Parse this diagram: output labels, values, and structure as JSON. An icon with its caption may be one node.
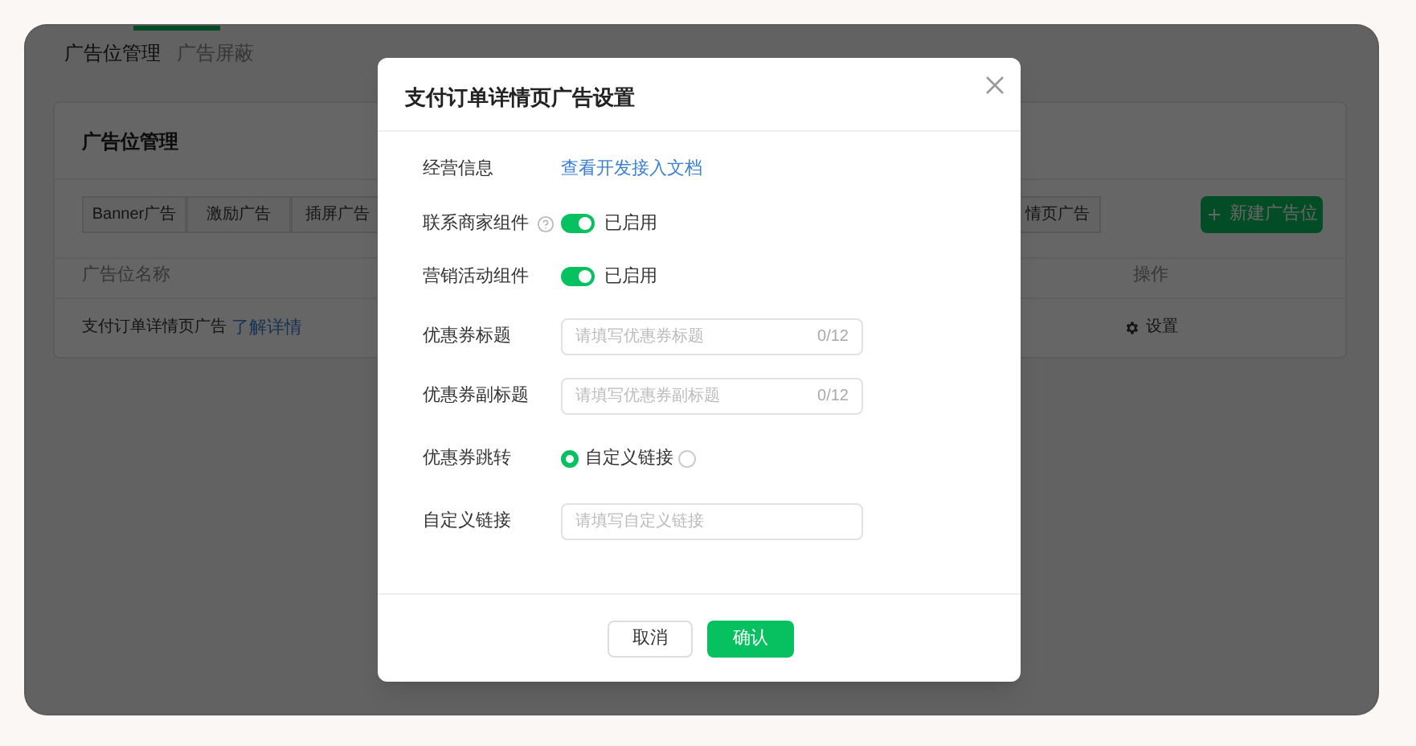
{
  "diagram": {
    "nodes": [
      {
        "text": [
          "广告位管理"
        ]
      },
      {
        "text": [
          "Banner广告"
        ],
        "in": 0
      },
      {
        "text": [
          "激励广告"
        ],
        "in": 0
      },
      {
        "text": [
          "插屏广告"
        ],
        "in": 0
      },
      {
        "text": [
          "情页广告"
        ],
        "in": 0
      },
      {
        "text": [
          "新建广告位"
        ],
        "in": 0
      },
      {
        "text": [
          "支付订单详情页广告设置"
        ]
      },
      {
        "text": [
          "请填写优惠券标题",
          "0/12"
        ]
      },
      {
        "text": [
          "请填写优惠券副标题",
          "0/12"
        ],
        "in": 6
      },
      {
        "text": [
          "请填写自定义链接"
        ],
        "in": 6
      },
      {
        "text": [
          "取消"
        ],
        "in": 6
      },
      {
        "text": [
          "确认"
        ],
        "in": 6
      }
    ],
    "labels": [
      "广告位管理",
      "广告屏蔽",
      "广告位名称",
      "操作",
      "支付订单详情页广告",
      "了解详情",
      "设置",
      "经营信息",
      "查看开发接入文档",
      "联系商家组件",
      "已启用",
      "营销活动组件",
      "已启用",
      "优惠券标题",
      "优惠券副标题",
      "优惠券跳转",
      "自定义链接",
      "自定义链接"
    ]
  }
}
